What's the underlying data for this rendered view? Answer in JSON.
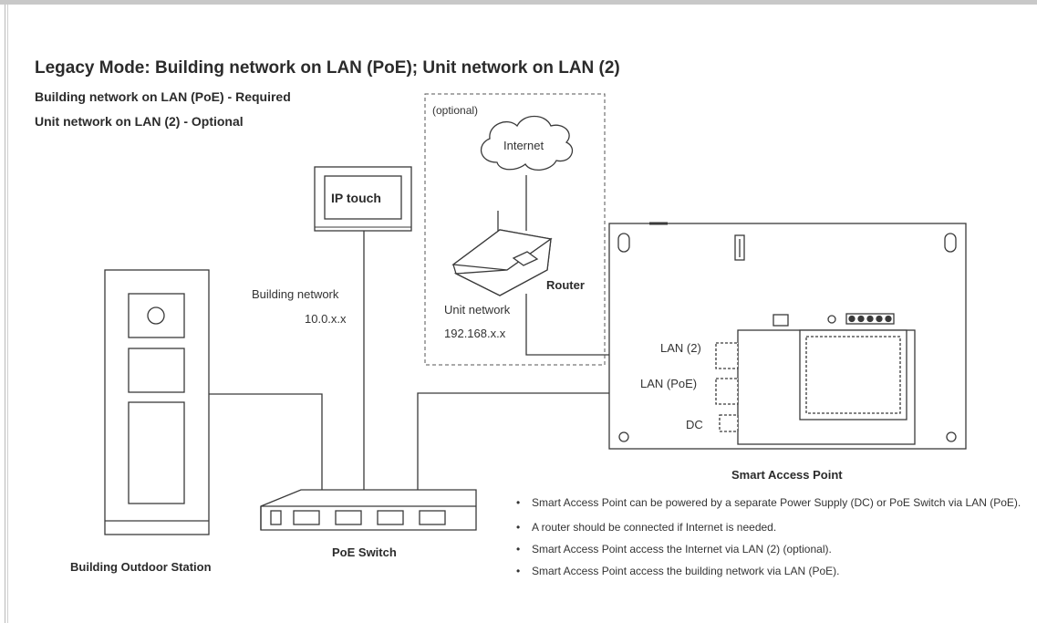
{
  "header": {
    "title": "Legacy Mode: Building network on LAN (PoE);  Unit network on LAN (2)",
    "subtitle_required": "Building network on LAN (PoE) - Required",
    "subtitle_optional": "Unit network on LAN (2) - Optional"
  },
  "devices": {
    "ip_touch": "IP touch",
    "internet": "Internet",
    "optional_tag": "(optional)",
    "router": "Router",
    "outdoor_station": "Building Outdoor Station",
    "poe_switch": "PoE Switch",
    "smart_access_point": "Smart Access Point"
  },
  "networks": {
    "building_label": "Building network",
    "building_ip": "10.0.x.x",
    "unit_label": "Unit network",
    "unit_ip": "192.168.x.x"
  },
  "ports": {
    "lan2": "LAN (2)",
    "lan_poe": "LAN (PoE)",
    "dc": "DC"
  },
  "notes": [
    "Smart Access Point can be powered by a separate Power Supply (DC) or PoE Switch via LAN (PoE).",
    "A router should be connected if Internet is needed.",
    "Smart Access Point access the Internet via LAN (2) (optional).",
    "Smart Access Point access the building network via LAN (PoE)."
  ],
  "colors": {
    "line": "#3a3a3a",
    "frame": "#c8c8c8"
  }
}
